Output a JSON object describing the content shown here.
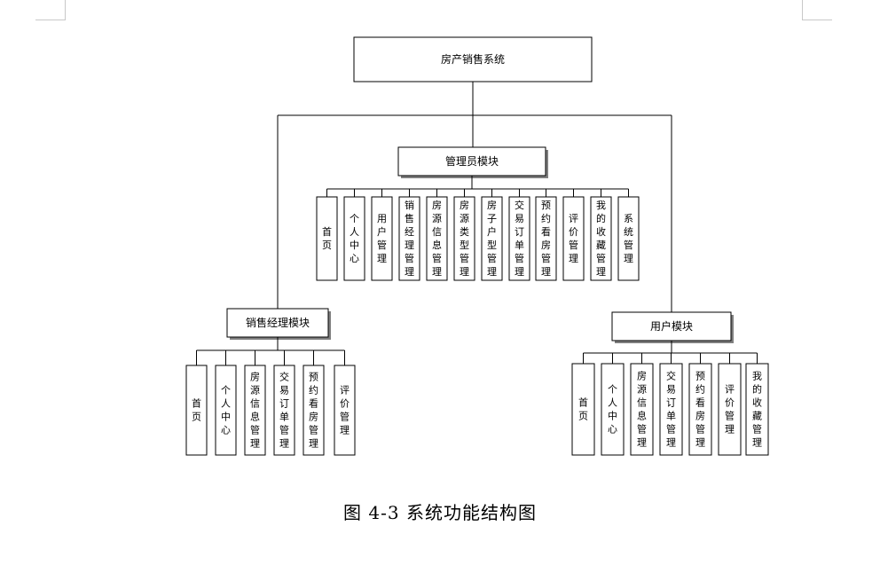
{
  "root": {
    "label": "房产销售系统"
  },
  "modules": [
    {
      "id": "admin",
      "label": "管理员模块",
      "children": [
        "首页",
        "个人中心",
        "用户管理",
        "销售经理管理",
        "房源信息管理",
        "房源类型管理",
        "房子户型管理",
        "交易订单管理",
        "预约看房管理",
        "评价管理",
        "我的收藏管理",
        "系统管理"
      ]
    },
    {
      "id": "manager",
      "label": "销售经理模块",
      "children": [
        "首页",
        "个人中心",
        "房源信息管理",
        "交易订单管理",
        "预约看房管理",
        "评价管理"
      ]
    },
    {
      "id": "user",
      "label": "用户模块",
      "children": [
        "首页",
        "个人中心",
        "房源信息管理",
        "交易订单管理",
        "预约看房管理",
        "评价管理",
        "我的收藏管理"
      ]
    }
  ],
  "caption": "图 4-3 系统功能结构图"
}
